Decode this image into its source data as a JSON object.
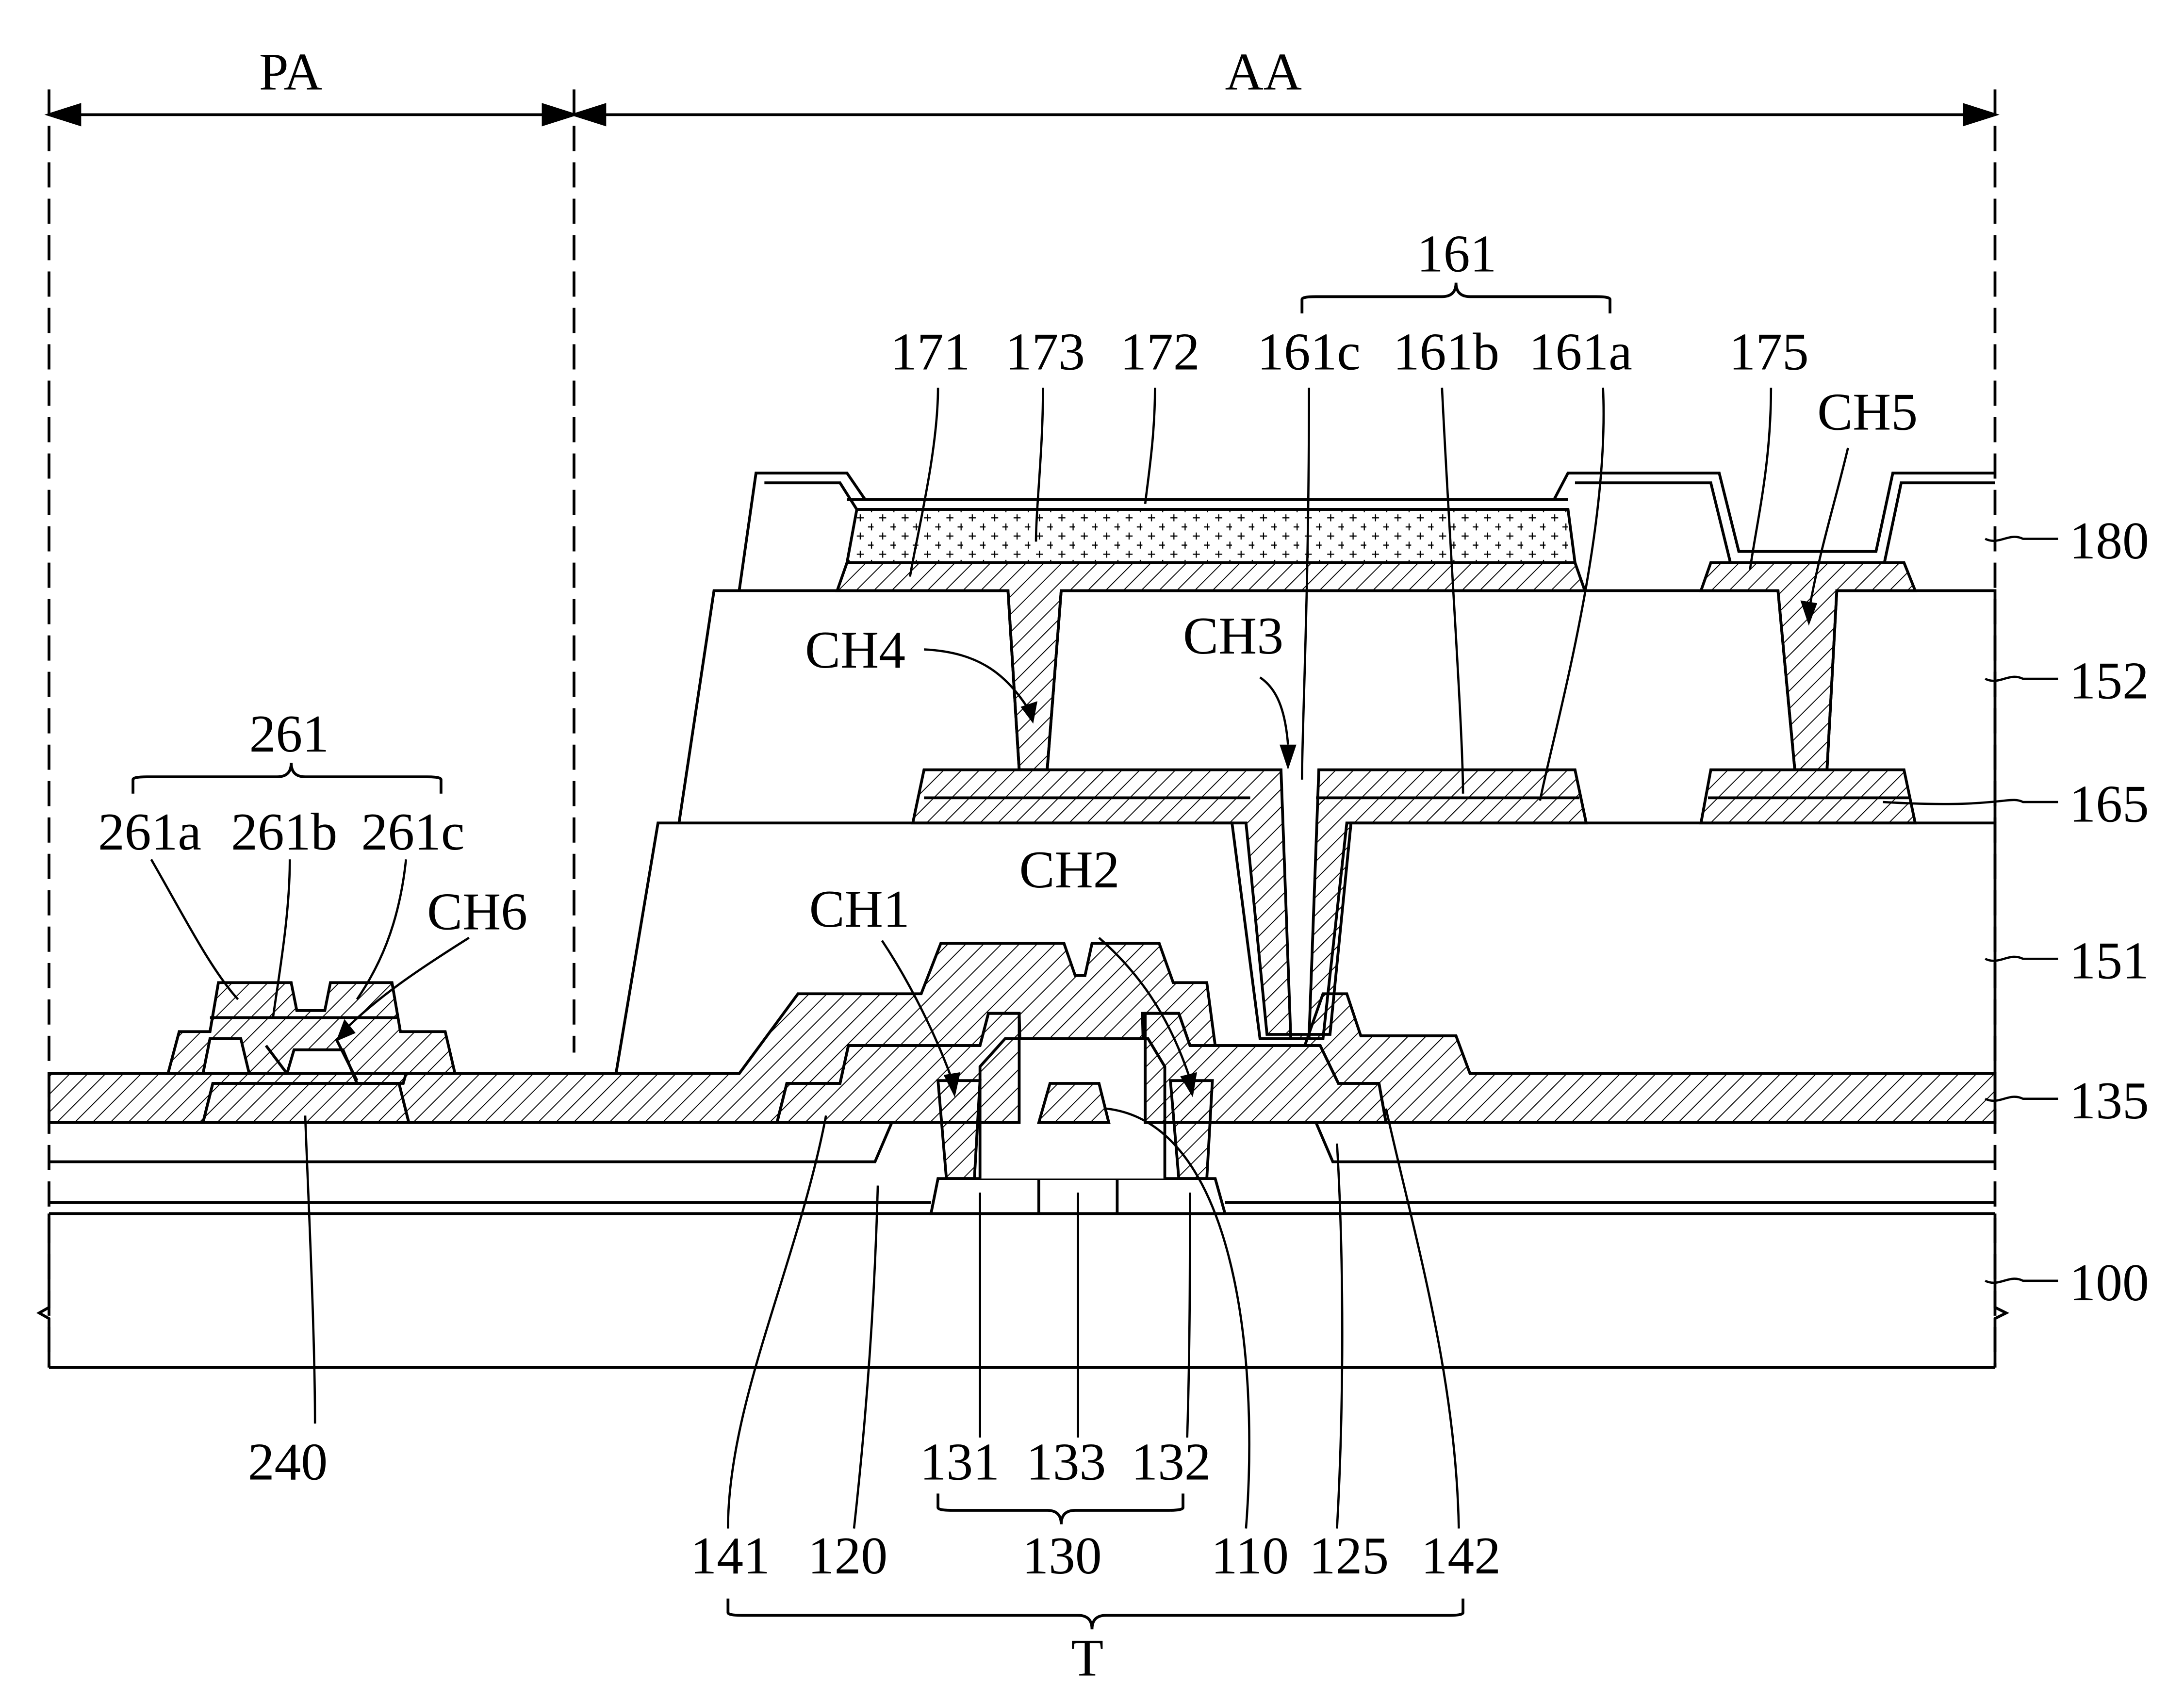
{
  "regions": {
    "pa": "PA",
    "aa": "AA"
  },
  "braces": {
    "b161": "161",
    "b261": "261",
    "b130": "130",
    "bT": "T"
  },
  "labels": {
    "l171": "171",
    "l173": "173",
    "l172": "172",
    "l161c": "161c",
    "l161b": "161b",
    "l161a": "161a",
    "l175": "175",
    "lCH5": "CH5",
    "lCH4": "CH4",
    "lCH3": "CH3",
    "lCH1": "CH1",
    "lCH2": "CH2",
    "lCH6": "CH6",
    "l261a": "261a",
    "l261b": "261b",
    "l261c": "261c",
    "l240": "240",
    "l131": "131",
    "l133": "133",
    "l132": "132",
    "l141": "141",
    "l120": "120",
    "l110": "110",
    "l125": "125",
    "l142": "142"
  },
  "side_labels": {
    "s180": "180",
    "s152": "152",
    "s165": "165",
    "s151": "151",
    "s135": "135",
    "s100": "100"
  }
}
